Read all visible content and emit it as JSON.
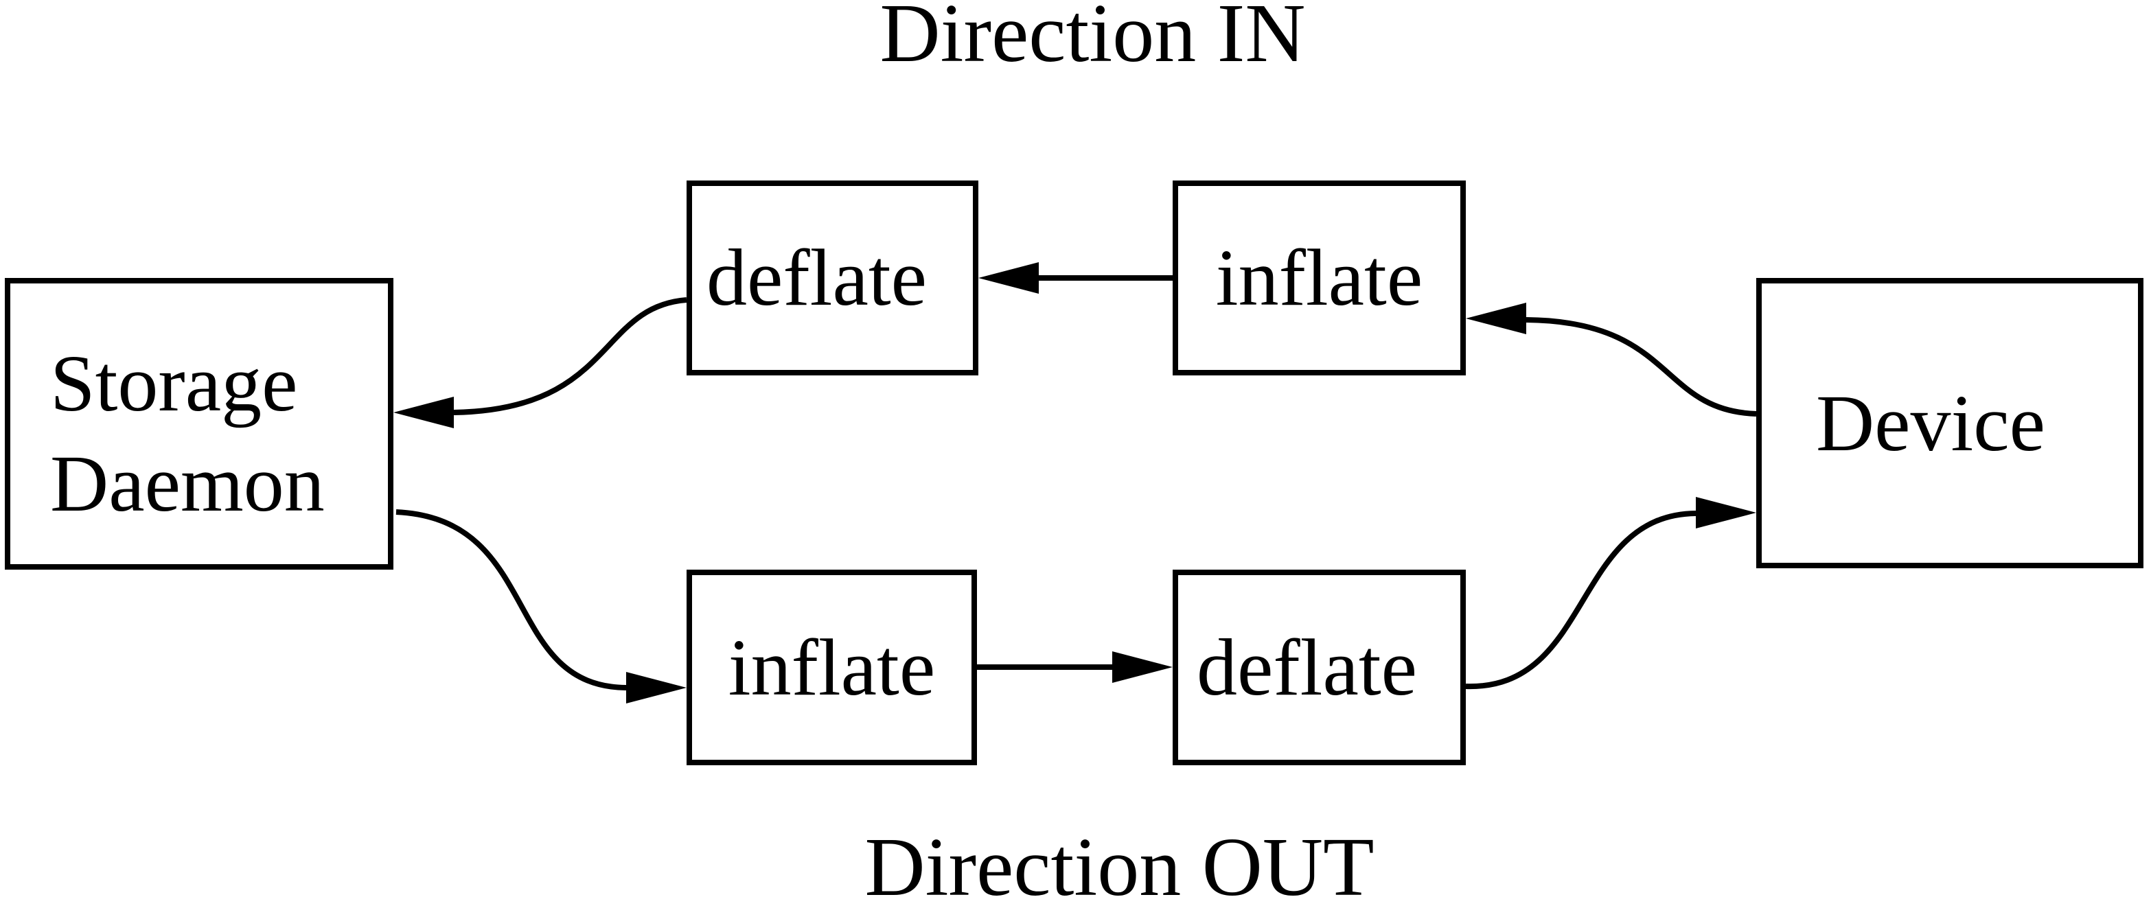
{
  "titles": {
    "in": "Direction IN",
    "out": "Direction OUT"
  },
  "nodes": {
    "storage_daemon": {
      "line1": "Storage",
      "line2": "Daemon"
    },
    "deflate_in": "deflate",
    "inflate_in": "inflate",
    "inflate_out": "inflate",
    "deflate_out": "deflate",
    "device": "Device"
  },
  "edges": [
    {
      "from": "device",
      "to": "inflate_in",
      "flow": "Direction IN"
    },
    {
      "from": "inflate_in",
      "to": "deflate_in",
      "flow": "Direction IN"
    },
    {
      "from": "deflate_in",
      "to": "storage_daemon",
      "flow": "Direction IN"
    },
    {
      "from": "storage_daemon",
      "to": "inflate_out",
      "flow": "Direction OUT"
    },
    {
      "from": "inflate_out",
      "to": "deflate_out",
      "flow": "Direction OUT"
    },
    {
      "from": "deflate_out",
      "to": "device",
      "flow": "Direction OUT"
    }
  ],
  "colors": {
    "line": "#000000",
    "text": "#000000",
    "background": "#ffffff"
  }
}
